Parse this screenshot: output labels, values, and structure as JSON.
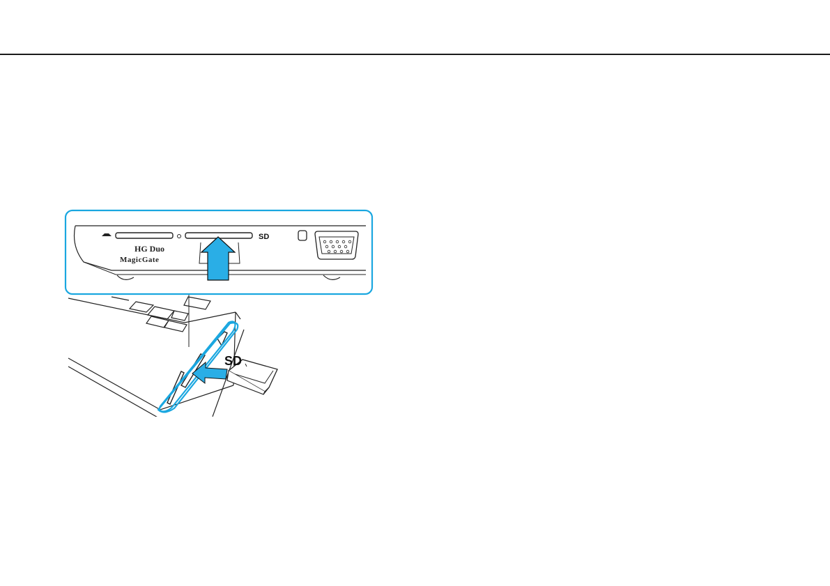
{
  "illustration": {
    "slot_label_callout": "SD",
    "slot_label_main": "SD",
    "hg_duo_label": "HG Duo",
    "magicgate_label": "MagicGate",
    "callout_color": "#1aa7e0",
    "arrow_color": "#2aaee6"
  }
}
